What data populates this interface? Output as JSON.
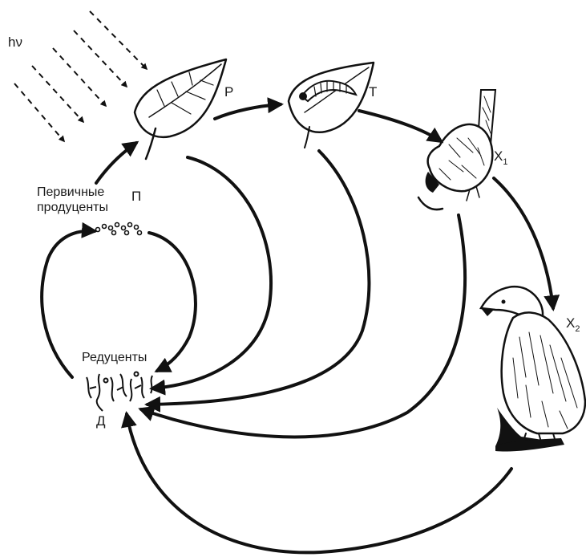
{
  "labels": {
    "light": "hν",
    "p": "П",
    "primary_producers_line1": "Первичные",
    "primary_producers_line2": "продуценты",
    "r": "Р",
    "t": "Т",
    "x1_main": "Х",
    "x1_sub": "1",
    "x2_main": "Х",
    "x2_sub": "2",
    "decomposers": "Редуценты",
    "d": "Д"
  },
  "icons": {
    "leaf": "leaf-icon",
    "leaf_caterpillar": "leaf-with-caterpillar-icon",
    "bird": "sparrow-icon",
    "eagle": "eagle-icon",
    "microbes": "microorganisms-icon",
    "fungi": "decomposers-icon",
    "sunlight": "sunlight-rays-icon"
  }
}
